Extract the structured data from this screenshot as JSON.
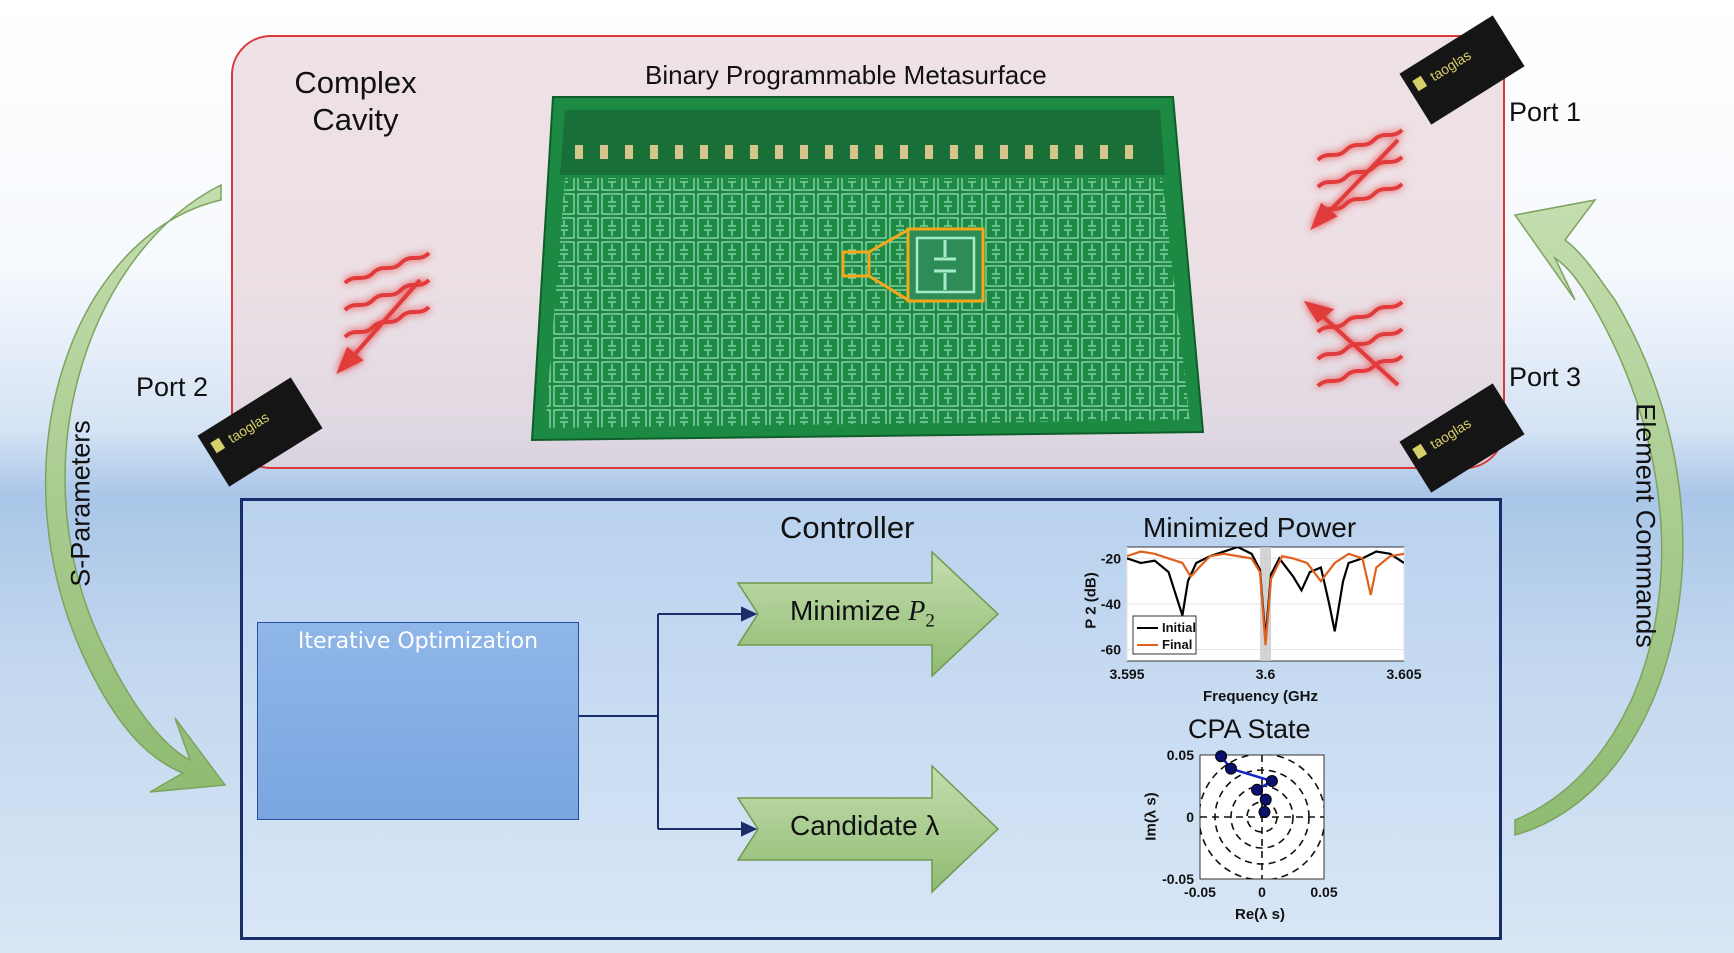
{
  "cavity": {
    "title_line1": "Complex",
    "title_line2": "Cavity",
    "metasurface_label": "Binary Programmable Metasurface",
    "antenna_brand": "taoglas"
  },
  "ports": {
    "port1": "Port 1",
    "port2": "Port 2",
    "port3": "Port 3"
  },
  "arrows": {
    "left_label": "S-Parameters",
    "right_label": "Element Commands"
  },
  "controller": {
    "title": "Controller",
    "iterative_label": "Iterative Optimization",
    "minimize_label_prefix": "Minimize ",
    "minimize_var": "P",
    "minimize_sub": "2",
    "candidate_label": "Candidate λ"
  },
  "colors": {
    "cavity_border": "#d83a3a",
    "controller_border": "#1a2d6b",
    "green_arrow": "#a9cc8f",
    "pcb_green": "#1f8f47",
    "initial_line": "#000000",
    "final_line": "#e0601e",
    "marker_blue": "#1326c9"
  },
  "chart_data": [
    {
      "type": "line",
      "title": "Minimized Power",
      "xlabel": "Frequency (GHz",
      "ylabel": "P 2 (dB)",
      "xlim": [
        3.595,
        3.605
      ],
      "ylim": [
        -65,
        -15
      ],
      "xticks": [
        "3.595",
        "3.6",
        "3.605"
      ],
      "yticks": [
        "-20",
        "-40",
        "-60"
      ],
      "grid": true,
      "legend_position": "bottom-left",
      "highlight_band": [
        3.5998,
        3.6002
      ],
      "series": [
        {
          "name": "Initial",
          "color": "#000000",
          "x": [
            3.595,
            3.5955,
            3.596,
            3.5965,
            3.597,
            3.5972,
            3.5975,
            3.598,
            3.5985,
            3.599,
            3.5995,
            3.5998,
            3.6,
            3.6002,
            3.6005,
            3.601,
            3.6013,
            3.6016,
            3.602,
            3.6023,
            3.6025,
            3.6028,
            3.603,
            3.6035,
            3.604,
            3.6045,
            3.605
          ],
          "y": [
            -20,
            -22,
            -21,
            -26,
            -45,
            -30,
            -22,
            -19,
            -17,
            -15,
            -18,
            -25,
            -55,
            -27,
            -20,
            -28,
            -34,
            -26,
            -24,
            -40,
            -52,
            -30,
            -22,
            -20,
            -17,
            -18,
            -22
          ]
        },
        {
          "name": "Final",
          "color": "#e0601e",
          "x": [
            3.595,
            3.5955,
            3.596,
            3.5965,
            3.597,
            3.5973,
            3.5976,
            3.598,
            3.5985,
            3.599,
            3.5995,
            3.5998,
            3.6,
            3.6002,
            3.6006,
            3.601,
            3.6015,
            3.602,
            3.6025,
            3.603,
            3.6035,
            3.6038,
            3.604,
            3.6045,
            3.605
          ],
          "y": [
            -19,
            -17,
            -18,
            -20,
            -22,
            -28,
            -24,
            -19,
            -18,
            -19,
            -20,
            -26,
            -58,
            -29,
            -19,
            -20,
            -22,
            -30,
            -22,
            -18,
            -20,
            -36,
            -24,
            -19,
            -18
          ]
        }
      ]
    },
    {
      "type": "scatter",
      "title": "CPA State",
      "xlabel": "Re(λ s)",
      "ylabel": "Im(λ s)",
      "xlim": [
        -0.05,
        0.05
      ],
      "ylim": [
        -0.05,
        0.05
      ],
      "xticks": [
        "-0.05",
        "0",
        "0.05"
      ],
      "yticks": [
        "0.05",
        "0",
        "-0.05"
      ],
      "grid": "dashed concentric circles",
      "series": [
        {
          "name": "",
          "color": "#1326c9",
          "x": [
            -0.033,
            -0.025,
            0.008,
            -0.004,
            0.003,
            0.002
          ],
          "y": [
            0.049,
            0.039,
            0.029,
            0.022,
            0.014,
            0.004
          ]
        }
      ]
    }
  ]
}
